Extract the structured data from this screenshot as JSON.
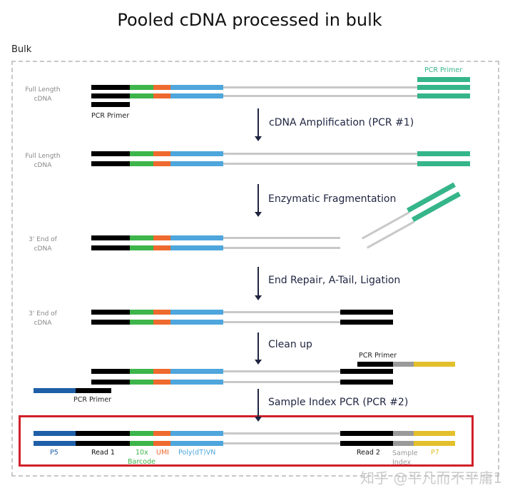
{
  "title": "Pooled cDNA processed in bulk",
  "container_label": "Bulk",
  "colors": {
    "black": "#000000",
    "green": "#3db54a",
    "orange": "#ee6a2e",
    "blue": "#4ea6dc",
    "gray": "#c8c8c8",
    "teal": "#35b58a",
    "darkblue": "#1f5fa8",
    "index_gray": "#9a9a9a",
    "yellow": "#e3bf2c",
    "highlight": "#d0202a"
  },
  "rows": [
    {
      "label": "Full Length cDNA",
      "l1": "Full Length",
      "l2": "cDNA"
    },
    {
      "label": "Full Length cDNA",
      "l1": "Full Length",
      "l2": "cDNA"
    },
    {
      "label": "3' End of cDNA",
      "l1": "3' End of",
      "l2": "cDNA"
    },
    {
      "label": "3' End of cDNA",
      "l1": "3' End of",
      "l2": "cDNA"
    }
  ],
  "steps": [
    "cDNA Amplification (PCR #1)",
    "Enzymatic Fragmentation",
    "End Repair, A-Tail, Ligation",
    "Clean up",
    "Sample Index PCR (PCR #2)"
  ],
  "primer_labels": {
    "pcr1_left": "PCR Primer",
    "pcr1_right": "PCR Primer",
    "pcr2_right": "PCR Primer",
    "pcr2_left": "PCR Primer"
  },
  "final_labels": {
    "p5": "P5",
    "read1": "Read 1",
    "barcode_a": "10x",
    "barcode_b": "Barcode",
    "umi": "UMI",
    "polydt": "Poly(dT)VN",
    "read2": "Read 2",
    "sample_index": "Sample Index",
    "p7": "P7"
  },
  "watermark": "知乎 @平凡而不平庸1"
}
